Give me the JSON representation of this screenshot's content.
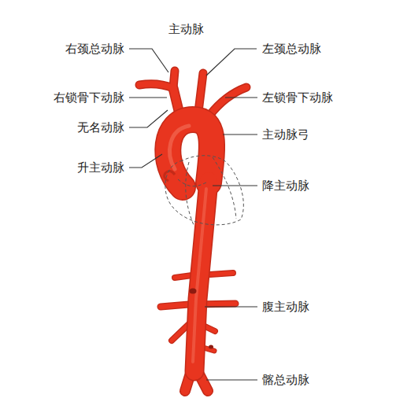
{
  "diagram": {
    "title": "主动脉",
    "labels": [
      "右颈总动脉",
      "左颈总动脉",
      "右锁骨下动脉",
      "左锁骨下动脉",
      "无名动脉",
      "主动脉弓",
      "升主动脉",
      "降主动脉",
      "腹主动脉",
      "髂总动脉"
    ]
  }
}
